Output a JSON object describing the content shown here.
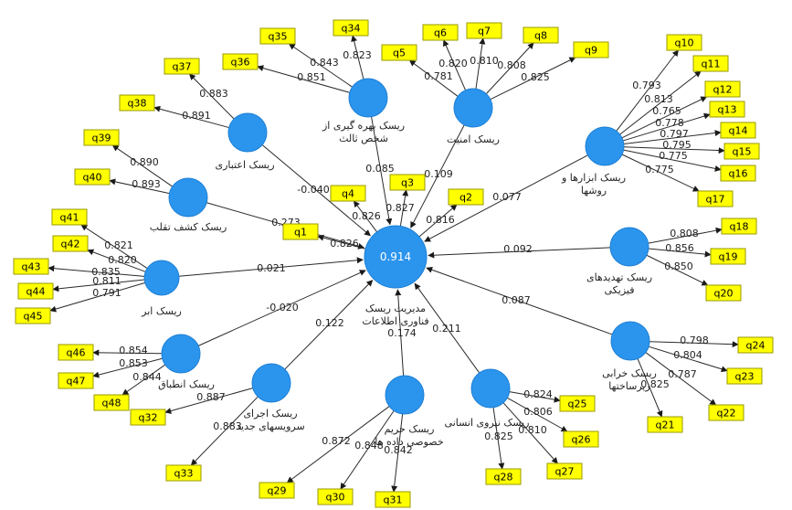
{
  "colors": {
    "construct": "#2b95ee",
    "indicator": "#ffff00",
    "line": "#2a2a2a"
  },
  "center": {
    "name": "مدیریت ریسک فناوری اطلاعات",
    "name_lines": [
      "مدیریت ریسک",
      "فناوری اطلاعات"
    ],
    "r2": "0.914"
  },
  "constructs": [
    {
      "id": "L1",
      "name_lines": [
        "ریسک بهره گیری از",
        "شخص ثالث"
      ],
      "path": "0.085"
    },
    {
      "id": "L2",
      "name_lines": [
        "ریسک امنیت"
      ],
      "path": "0.109"
    },
    {
      "id": "L3",
      "name_lines": [
        "ریسک ابزارها و",
        "روشها"
      ],
      "path": "0.077"
    },
    {
      "id": "L4",
      "name_lines": [
        "ریسک اعتباری"
      ],
      "path": "-0.040"
    },
    {
      "id": "L5",
      "name_lines": [
        "ریسک کشف تقلب"
      ],
      "path": "0.273"
    },
    {
      "id": "L6",
      "name_lines": [
        "ریسک ابر"
      ],
      "path": "0.021"
    },
    {
      "id": "L7",
      "name_lines": [
        "ریسک تهدیدهای",
        "فیزیکی"
      ],
      "path": "0.092"
    },
    {
      "id": "L8",
      "name_lines": [
        "ریسک انطباق"
      ],
      "path": "-0.020"
    },
    {
      "id": "L9",
      "name_lines": [
        "ریسک اجرای",
        "سرویسهای جدید"
      ],
      "path": "0.122"
    },
    {
      "id": "L10",
      "name_lines": [
        "ریسک حریم",
        "خصوصی داده ها"
      ],
      "path": "0.174"
    },
    {
      "id": "L11",
      "name_lines": [
        "ریسک نیروی انسانی"
      ],
      "path": "0.211"
    },
    {
      "id": "L12",
      "name_lines": [
        "ریسک خرابی",
        "زیرساختها"
      ],
      "path": "0.087"
    }
  ],
  "indicators": [
    {
      "name": "q1",
      "owner": "C",
      "loading": "0.826"
    },
    {
      "name": "q2",
      "owner": "C",
      "loading": "0.816"
    },
    {
      "name": "q3",
      "owner": "C",
      "loading": "0.827"
    },
    {
      "name": "q4",
      "owner": "C",
      "loading": "0.826"
    },
    {
      "name": "q5",
      "owner": "L2",
      "loading": "0.781"
    },
    {
      "name": "q6",
      "owner": "L2",
      "loading": "0.820"
    },
    {
      "name": "q7",
      "owner": "L2",
      "loading": "0.810"
    },
    {
      "name": "q8",
      "owner": "L2",
      "loading": "0.808"
    },
    {
      "name": "q9",
      "owner": "L2",
      "loading": "0.825"
    },
    {
      "name": "q10",
      "owner": "L3",
      "loading": "0.793"
    },
    {
      "name": "q11",
      "owner": "L3",
      "loading": "0.813"
    },
    {
      "name": "q12",
      "owner": "L3",
      "loading": "0.765"
    },
    {
      "name": "q13",
      "owner": "L3",
      "loading": "0.778"
    },
    {
      "name": "q14",
      "owner": "L3",
      "loading": "0.797"
    },
    {
      "name": "q15",
      "owner": "L3",
      "loading": "0.795"
    },
    {
      "name": "q16",
      "owner": "L3",
      "loading": "0.775"
    },
    {
      "name": "q17",
      "owner": "L3",
      "loading": "0.775"
    },
    {
      "name": "q18",
      "owner": "L7",
      "loading": "0.808"
    },
    {
      "name": "q19",
      "owner": "L7",
      "loading": "0.856"
    },
    {
      "name": "q20",
      "owner": "L7",
      "loading": "0.850"
    },
    {
      "name": "q21",
      "owner": "L12",
      "loading": "0.825"
    },
    {
      "name": "q22",
      "owner": "L12",
      "loading": "0.787"
    },
    {
      "name": "q23",
      "owner": "L12",
      "loading": "0.804"
    },
    {
      "name": "q24",
      "owner": "L12",
      "loading": "0.798"
    },
    {
      "name": "q25",
      "owner": "L11",
      "loading": "0.824"
    },
    {
      "name": "q26",
      "owner": "L11",
      "loading": "0.806"
    },
    {
      "name": "q27",
      "owner": "L11",
      "loading": "0.810"
    },
    {
      "name": "q28",
      "owner": "L11",
      "loading": "0.825"
    },
    {
      "name": "q29",
      "owner": "L10",
      "loading": "0.872"
    },
    {
      "name": "q30",
      "owner": "L10",
      "loading": "0.848"
    },
    {
      "name": "q31",
      "owner": "L10",
      "loading": "0.842"
    },
    {
      "name": "q32",
      "owner": "L9",
      "loading": "0.887"
    },
    {
      "name": "q33",
      "owner": "L9",
      "loading": "0.883"
    },
    {
      "name": "q34",
      "owner": "L1",
      "loading": "0.823"
    },
    {
      "name": "q35",
      "owner": "L1",
      "loading": "0.843"
    },
    {
      "name": "q36",
      "owner": "L1",
      "loading": "0.851"
    },
    {
      "name": "q37",
      "owner": "L4",
      "loading": "0.883"
    },
    {
      "name": "q38",
      "owner": "L4",
      "loading": "0.891"
    },
    {
      "name": "q39",
      "owner": "L5",
      "loading": "0.890"
    },
    {
      "name": "q40",
      "owner": "L5",
      "loading": "0.893"
    },
    {
      "name": "q41",
      "owner": "L6",
      "loading": "0.821"
    },
    {
      "name": "q42",
      "owner": "L6",
      "loading": "0.820"
    },
    {
      "name": "q43",
      "owner": "L6",
      "loading": "0.835"
    },
    {
      "name": "q44",
      "owner": "L6",
      "loading": "0.811"
    },
    {
      "name": "q45",
      "owner": "L6",
      "loading": "0.791"
    },
    {
      "name": "q46",
      "owner": "L8",
      "loading": "0.854"
    },
    {
      "name": "q47",
      "owner": "L8",
      "loading": "0.853"
    },
    {
      "name": "q48",
      "owner": "L8",
      "loading": "0.844"
    }
  ]
}
